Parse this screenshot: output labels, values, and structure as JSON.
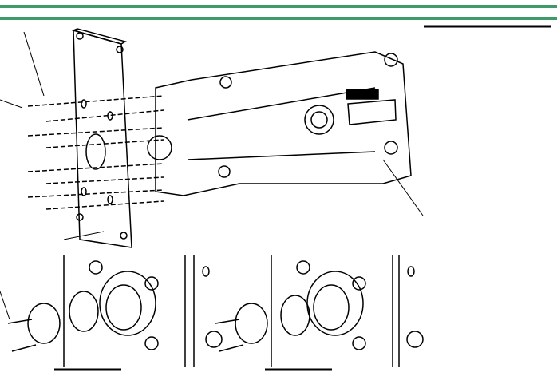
{
  "colors": {
    "header_rule": "#3f9a68",
    "line": "#000000"
  },
  "figures": [
    "exploded-wall-mount-assembly",
    "detail-mounting-step-1",
    "detail-mounting-step-2"
  ]
}
